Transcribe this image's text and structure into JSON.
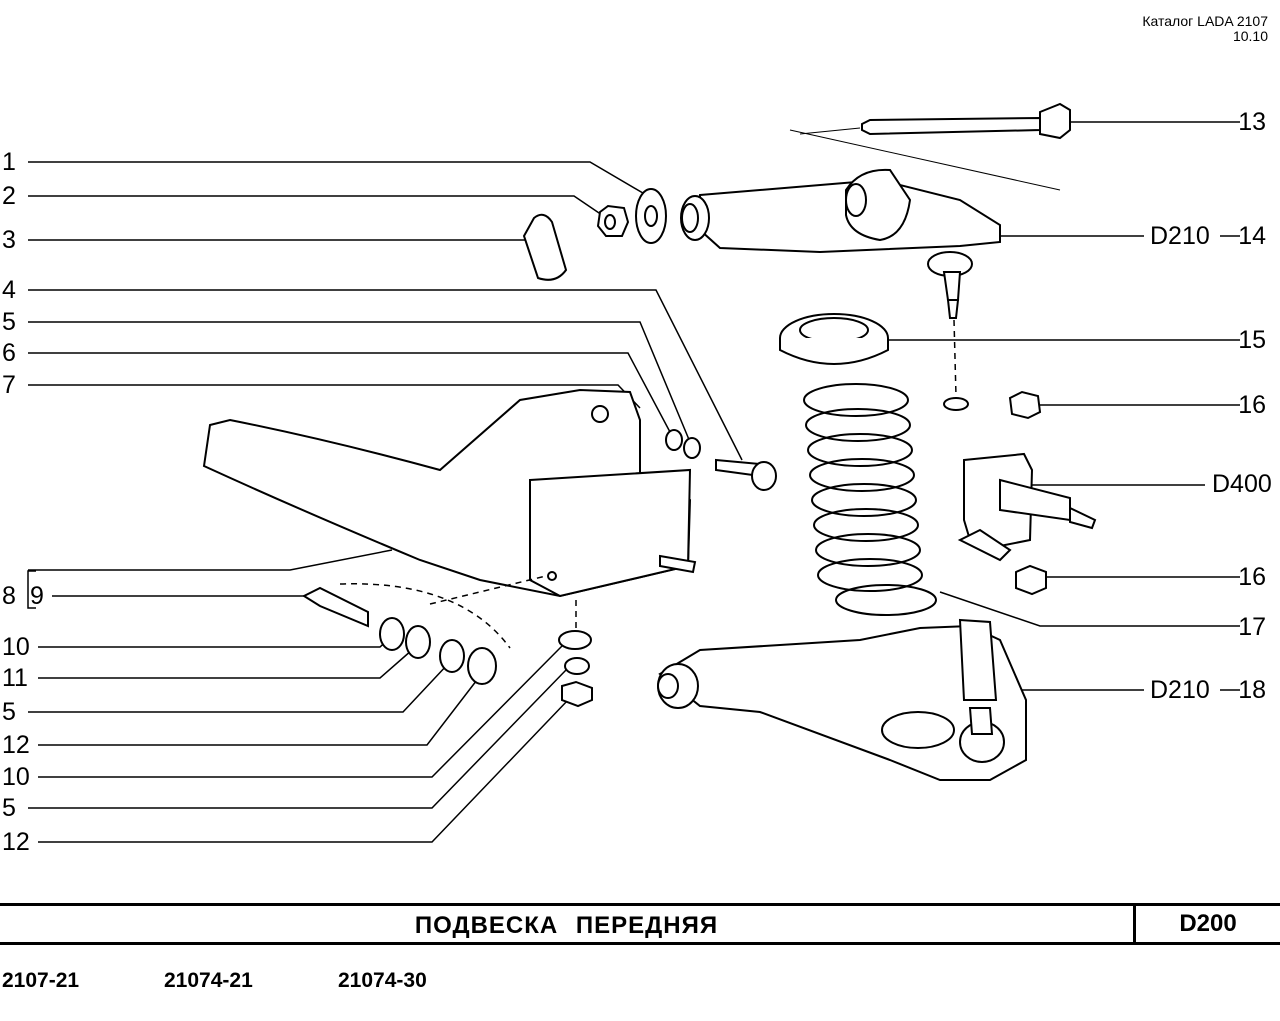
{
  "header": {
    "catalog": "Каталог LADA 2107",
    "page": "10.10"
  },
  "callouts_left": [
    "1",
    "2",
    "3",
    "4",
    "5",
    "6",
    "7",
    "8",
    "9",
    "10",
    "11",
    "5",
    "12",
    "10",
    "5",
    "12"
  ],
  "callouts_right": [
    "13",
    "14",
    "15",
    "16",
    "16",
    "17",
    "18"
  ],
  "refs": {
    "d210_upper": "D210",
    "d210_lower": "D210",
    "d400": "D400"
  },
  "footer": {
    "title": "ПОДВЕСКА   ПЕРЕДНЯЯ",
    "code": "D200",
    "models": [
      "2107-21",
      "21074-21",
      "21074-30"
    ]
  }
}
